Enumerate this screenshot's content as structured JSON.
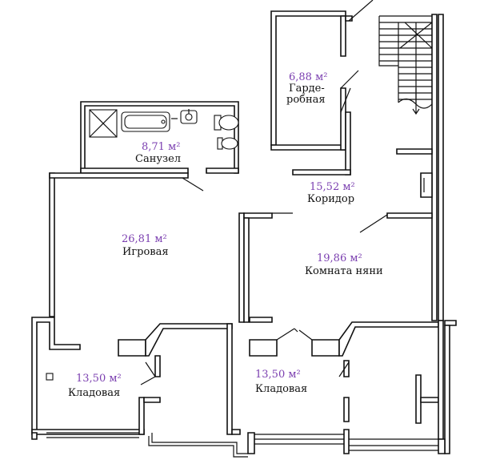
{
  "colors": {
    "area": "#7b3fb0",
    "wall": "#111111",
    "background": "#ffffff"
  },
  "rooms": [
    {
      "id": "wardrobe",
      "area": "6,88 м²",
      "name_line1": "Гарде-",
      "name_line2": "робная"
    },
    {
      "id": "bathroom",
      "area": "8,71 м²",
      "name": "Санузел"
    },
    {
      "id": "corridor",
      "area": "15,52 м²",
      "name": "Коридор"
    },
    {
      "id": "playroom",
      "area": "26,81 м²",
      "name": "Игровая"
    },
    {
      "id": "nanny",
      "area": "19,86 м²",
      "name": "Комната няни"
    },
    {
      "id": "storage1",
      "area": "13,50 м²",
      "name": "Кладовая"
    },
    {
      "id": "storage2",
      "area": "13,50 м²",
      "name": "Кладовая"
    }
  ]
}
